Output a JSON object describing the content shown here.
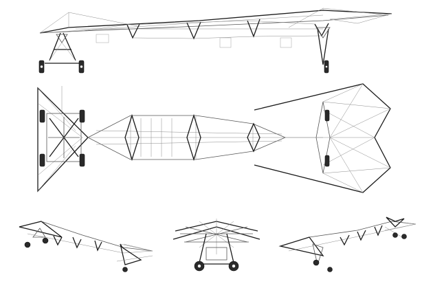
{
  "drawing": {
    "colors": {
      "background": "#ffffff",
      "line_dark": "#1a1a1a",
      "line_mid": "#555555",
      "line_light": "#8a8a8a"
    },
    "views": [
      {
        "id": "side-elevation"
      },
      {
        "id": "top-plan"
      },
      {
        "id": "perspective-left"
      },
      {
        "id": "front-elevation"
      },
      {
        "id": "perspective-right"
      }
    ]
  }
}
